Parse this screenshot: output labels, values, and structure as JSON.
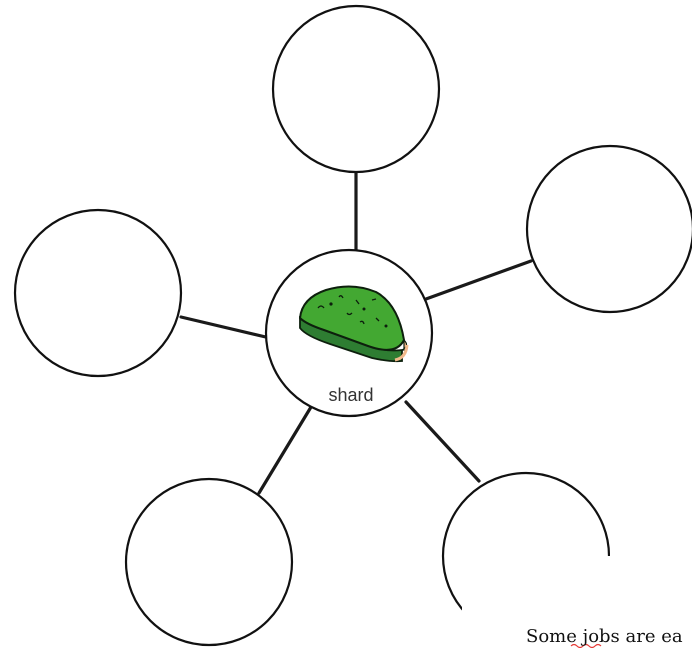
{
  "diagram": {
    "type": "word-web",
    "center": {
      "label": "shard",
      "image": "green-glass-shard-icon"
    },
    "outer_nodes": [
      "",
      "",
      "",
      "",
      ""
    ]
  },
  "footer": {
    "text": "Some jobs are ea"
  },
  "colors": {
    "line": "#1a1a1a",
    "shard_top": "#43a832",
    "shard_side": "#2e7d32",
    "shard_rim": "#f0b98a",
    "spellcheck_underline": "#e53935"
  }
}
